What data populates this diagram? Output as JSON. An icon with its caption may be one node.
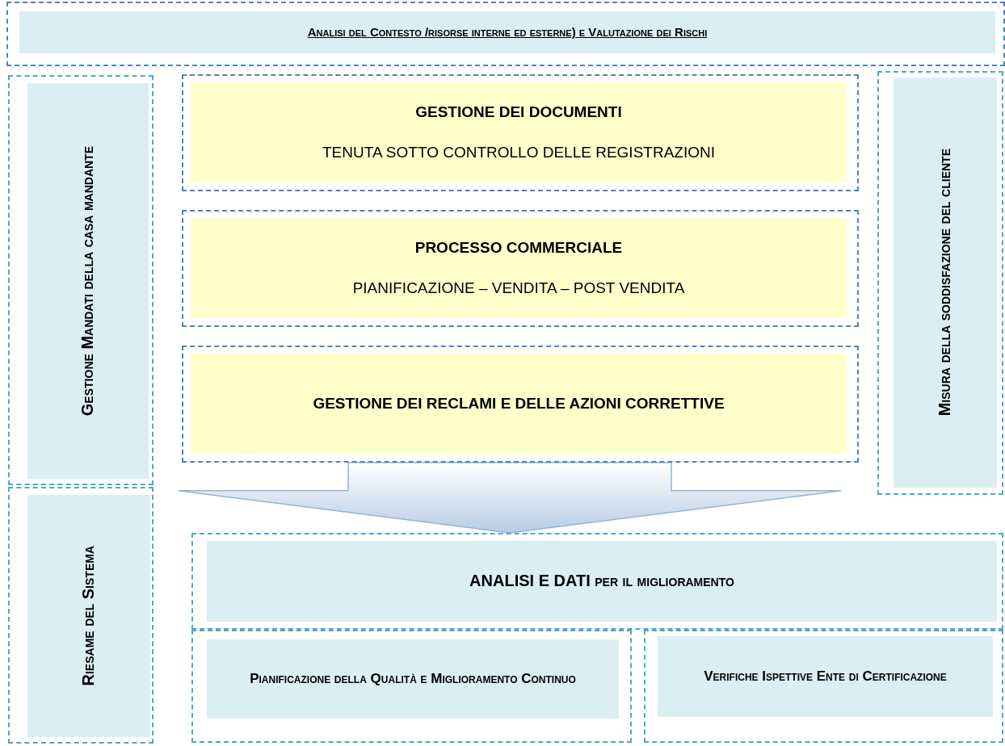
{
  "diagram": {
    "nodes": [
      {
        "text": [
          "Analisi del Contesto /risorse interne ed esterne) e Valutazione dei Rischi"
        ]
      },
      {
        "text": [
          "Gestione Mandati della casa mandante"
        ]
      },
      {
        "text": [
          "GESTIONE DEI DOCUMENTI",
          "TENUTA SOTTO CONTROLLO DELLE REGISTRAZIONI"
        ]
      },
      {
        "text": [
          "PROCESSO COMMERCIALE",
          "PIANIFICAZIONE – VENDITA – POST VENDITA"
        ]
      },
      {
        "text": [
          "GESTIONE DEI RECLAMI E DELLE AZIONI CORRETTIVE"
        ]
      },
      {
        "text": [
          "Misura della soddisfazione del cliente"
        ]
      },
      {
        "text": [
          "Riesame del Sistema"
        ]
      },
      {
        "text": [
          "ANALISI E DATI per il miglioramento"
        ]
      },
      {
        "text": [
          "Pianificazione della Qualità e Miglioramento Continuo"
        ]
      },
      {
        "text": [
          "Verifiche Ispettive Ente di Certificazione"
        ]
      }
    ],
    "edges": [
      {
        "from": 4,
        "to": 7,
        "arrow": "to",
        "style": "thick"
      }
    ]
  }
}
